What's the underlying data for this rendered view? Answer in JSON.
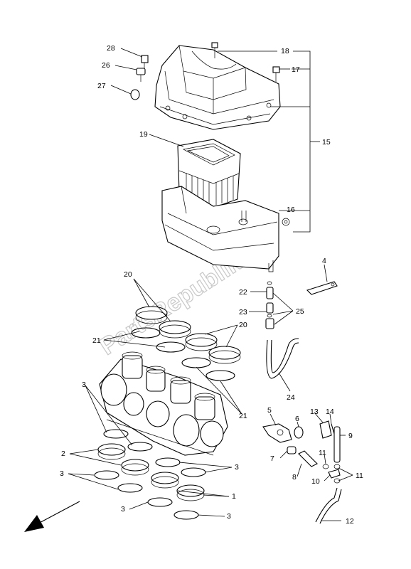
{
  "watermark": {
    "text": "PartsRepublik"
  },
  "callouts": {
    "c1": "1",
    "c2": "2",
    "c3a": "3",
    "c3b": "3",
    "c3c": "3",
    "c3d": "3",
    "c3e": "3",
    "c4": "4",
    "c5": "5",
    "c6": "6",
    "c7": "7",
    "c8": "8",
    "c9": "9",
    "c10": "10",
    "c11a": "11",
    "c11b": "11",
    "c12": "12",
    "c13": "13",
    "c14": "14",
    "c15": "15",
    "c16": "16",
    "c17": "17",
    "c18": "18",
    "c19": "19",
    "c20a": "20",
    "c20b": "20",
    "c21a": "21",
    "c21b": "21",
    "c22": "22",
    "c23": "23",
    "c24": "24",
    "c25": "25",
    "c26": "26",
    "c27": "27",
    "c28": "28"
  }
}
